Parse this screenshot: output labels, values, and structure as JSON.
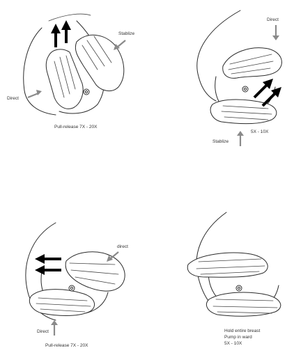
{
  "panels": [
    {
      "labels": {
        "stabilize": "Stablize",
        "direct": "Direct",
        "caption": "Pull-release 7X - 20X"
      }
    },
    {
      "labels": {
        "direct": "Direct",
        "stabilize": "Stablize",
        "caption": "5X - 10X"
      }
    },
    {
      "labels": {
        "direct": "direct",
        "direct2": "Direct",
        "caption": "Pull-release 7X - 20X"
      }
    },
    {
      "labels": {
        "caption_line1": "Hold entire breast",
        "caption_line2": "Pump in ward",
        "caption_line3": "5X - 10X"
      }
    }
  ]
}
